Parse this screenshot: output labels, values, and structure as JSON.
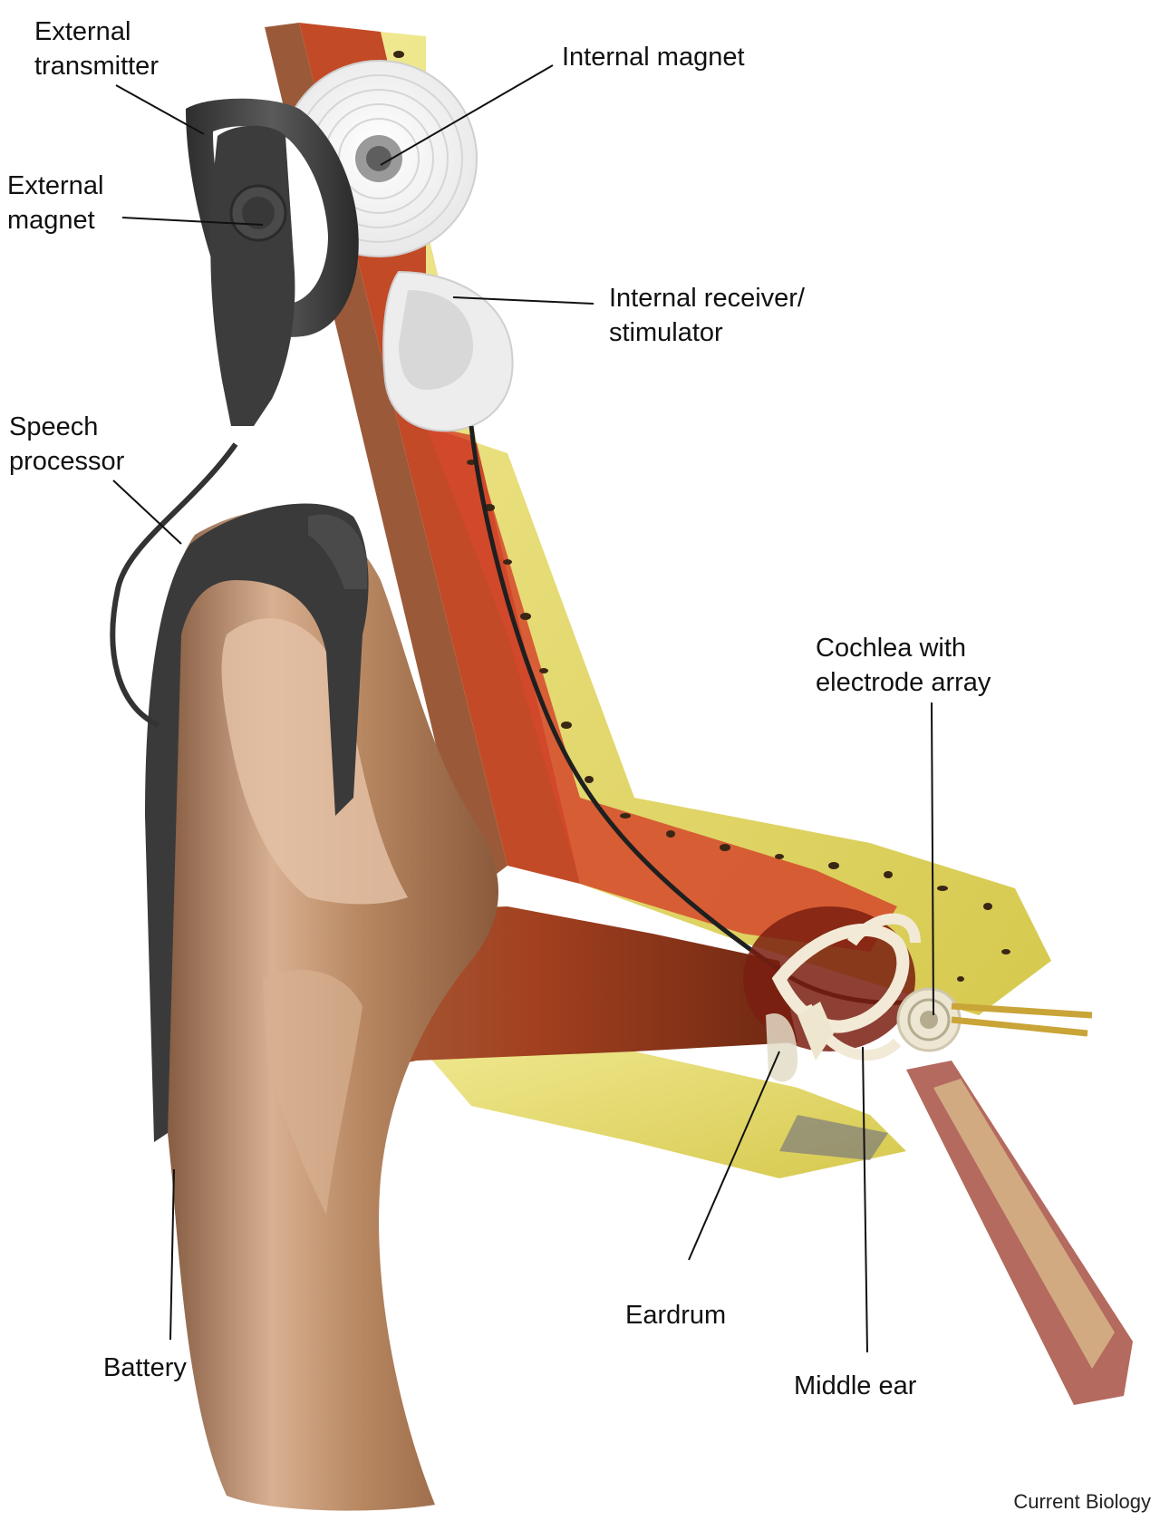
{
  "labels": {
    "external_transmitter": [
      "External",
      "transmitter"
    ],
    "external_magnet": [
      "External",
      "magnet"
    ],
    "internal_magnet": "Internal magnet",
    "internal_receiver": [
      "Internal receiver/",
      "stimulator"
    ],
    "speech_processor": [
      "Speech",
      "processor"
    ],
    "cochlea": [
      "Cochlea with",
      "electrode array"
    ],
    "eardrum": "Eardrum",
    "middle_ear": "Middle ear",
    "battery": "Battery"
  },
  "credit": "Current Biology",
  "colors": {
    "skin": "#b0805a",
    "skin_light": "#dcb79a",
    "tissue_red": "#c2391f",
    "bone_yellow": "#e3da6a",
    "device_dark": "#3e3e3e",
    "implant_white": "#f1f1f1",
    "leader_line": "#111111"
  }
}
